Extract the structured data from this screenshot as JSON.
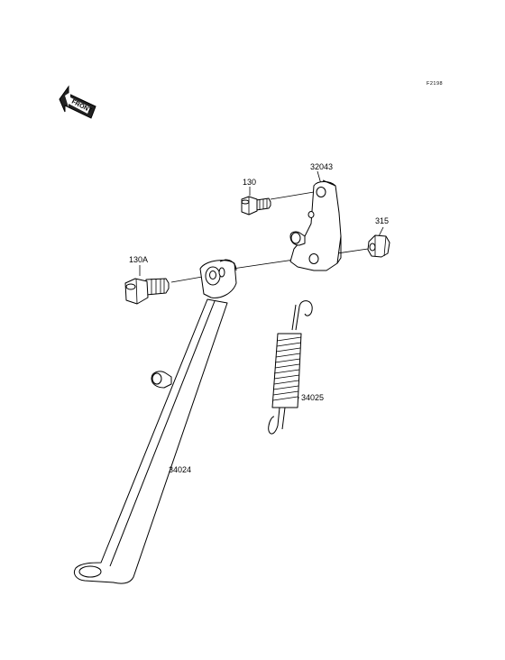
{
  "diagram": {
    "figure_code": "F2198",
    "front_label": "FRONT",
    "parts": [
      {
        "id": "bolt-130",
        "number": "130"
      },
      {
        "id": "bracket-32043",
        "number": "32043"
      },
      {
        "id": "nut-315",
        "number": "315"
      },
      {
        "id": "bolt-130a",
        "number": "130A"
      },
      {
        "id": "spring-34025",
        "number": "34025"
      },
      {
        "id": "stand-34024",
        "number": "34024"
      }
    ]
  }
}
